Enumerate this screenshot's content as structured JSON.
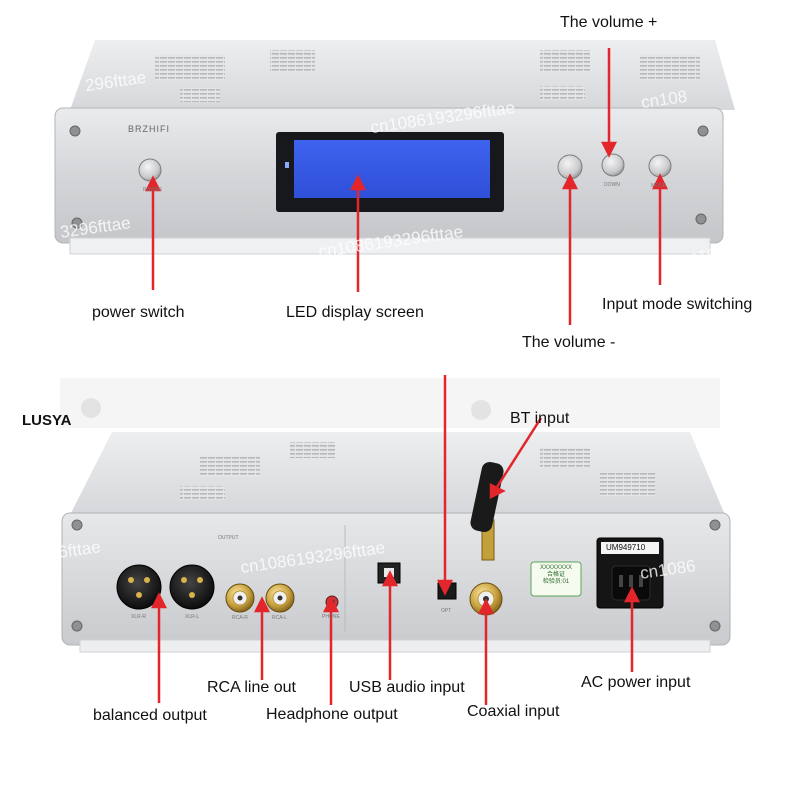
{
  "front_panel": {
    "brand": "BRZHIFI",
    "power_key": "POWER",
    "down_key": "DOWN",
    "mode_key": "MODE"
  },
  "rear_panel": {
    "output_section": "OUTPUT",
    "xlr_right": "XLR-R",
    "xlr_left": "XLR-L",
    "rca_right": "RCA-R",
    "rca_left": "RCA-L",
    "phones": "PHONE",
    "opt": "OPT",
    "fuse_label": "UM949710",
    "cert_lines": [
      "XXXXXXXX",
      "合格证",
      "检验员:01"
    ]
  },
  "header_text": "LUSYA",
  "callouts": {
    "volume_up": "The volume +",
    "power_switch": "power switch",
    "led_display": "LED display screen",
    "input_mode": "Input mode switching",
    "volume_down": "The volume -",
    "bt_input": "BT input",
    "rca_line_out": "RCA line out",
    "usb_audio_input": "USB audio input",
    "ac_power_input": "AC power input",
    "balanced_output": "balanced output",
    "headphone_output": "Headphone output",
    "coaxial_input": "Coaxial input"
  },
  "watermarks": [
    "cn1086193296fttae",
    "296fttae",
    "cn1086193296fttae",
    "cn108",
    "cn1086",
    "3296fttae",
    "cn1086193296fttae",
    "cn1086"
  ],
  "colors": {
    "pointer": "#e3262b",
    "panel": "#d7d9dc",
    "display": "#3c5fe8"
  }
}
